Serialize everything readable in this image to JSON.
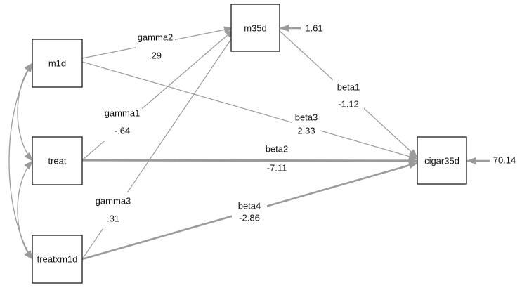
{
  "colors": {
    "edge": "#9b9b9b",
    "box_border": "#1a1a1a",
    "text": "#111111",
    "background": "#ffffff"
  },
  "nodes": {
    "m1d": "m1d",
    "treat": "treat",
    "treatxm1d": "treatxm1d",
    "m35d": "m35d",
    "cigar35d": "cigar35d"
  },
  "paths": {
    "gamma2": {
      "name": "gamma2",
      "value": ".29"
    },
    "gamma1": {
      "name": "gamma1",
      "value": "-.64"
    },
    "gamma3": {
      "name": "gamma3",
      "value": ".31"
    },
    "beta1": {
      "name": "beta1",
      "value": "-1.12"
    },
    "beta2": {
      "name": "beta2",
      "value": "-7.11"
    },
    "beta3": {
      "name": "beta3",
      "value": "2.33"
    },
    "beta4": {
      "name": "beta4",
      "value": "-2.86"
    }
  },
  "residuals": {
    "m35d": "1.61",
    "cigar35d": "70.14"
  }
}
